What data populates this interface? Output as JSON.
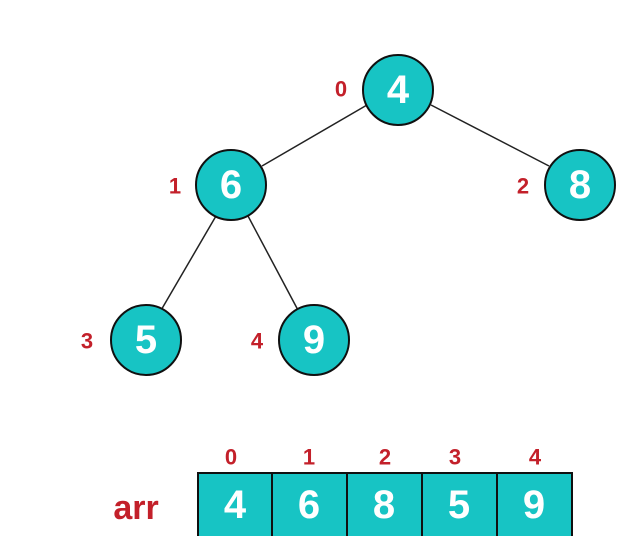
{
  "colors": {
    "node_fill": "#17c4c4",
    "node_stroke": "#101010",
    "value_text": "#ffffff",
    "index_text": "#c3202a",
    "edge": "#222222"
  },
  "tree": {
    "nodes": [
      {
        "index": "0",
        "value": "4"
      },
      {
        "index": "1",
        "value": "6"
      },
      {
        "index": "2",
        "value": "8"
      },
      {
        "index": "3",
        "value": "5"
      },
      {
        "index": "4",
        "value": "9"
      }
    ],
    "edges": [
      {
        "from": 0,
        "to": 1
      },
      {
        "from": 0,
        "to": 2
      },
      {
        "from": 1,
        "to": 3
      },
      {
        "from": 1,
        "to": 4
      }
    ]
  },
  "array": {
    "label": "arr",
    "cells": [
      {
        "index": "0",
        "value": "4"
      },
      {
        "index": "1",
        "value": "6"
      },
      {
        "index": "2",
        "value": "8"
      },
      {
        "index": "3",
        "value": "5"
      },
      {
        "index": "4",
        "value": "9"
      }
    ]
  }
}
